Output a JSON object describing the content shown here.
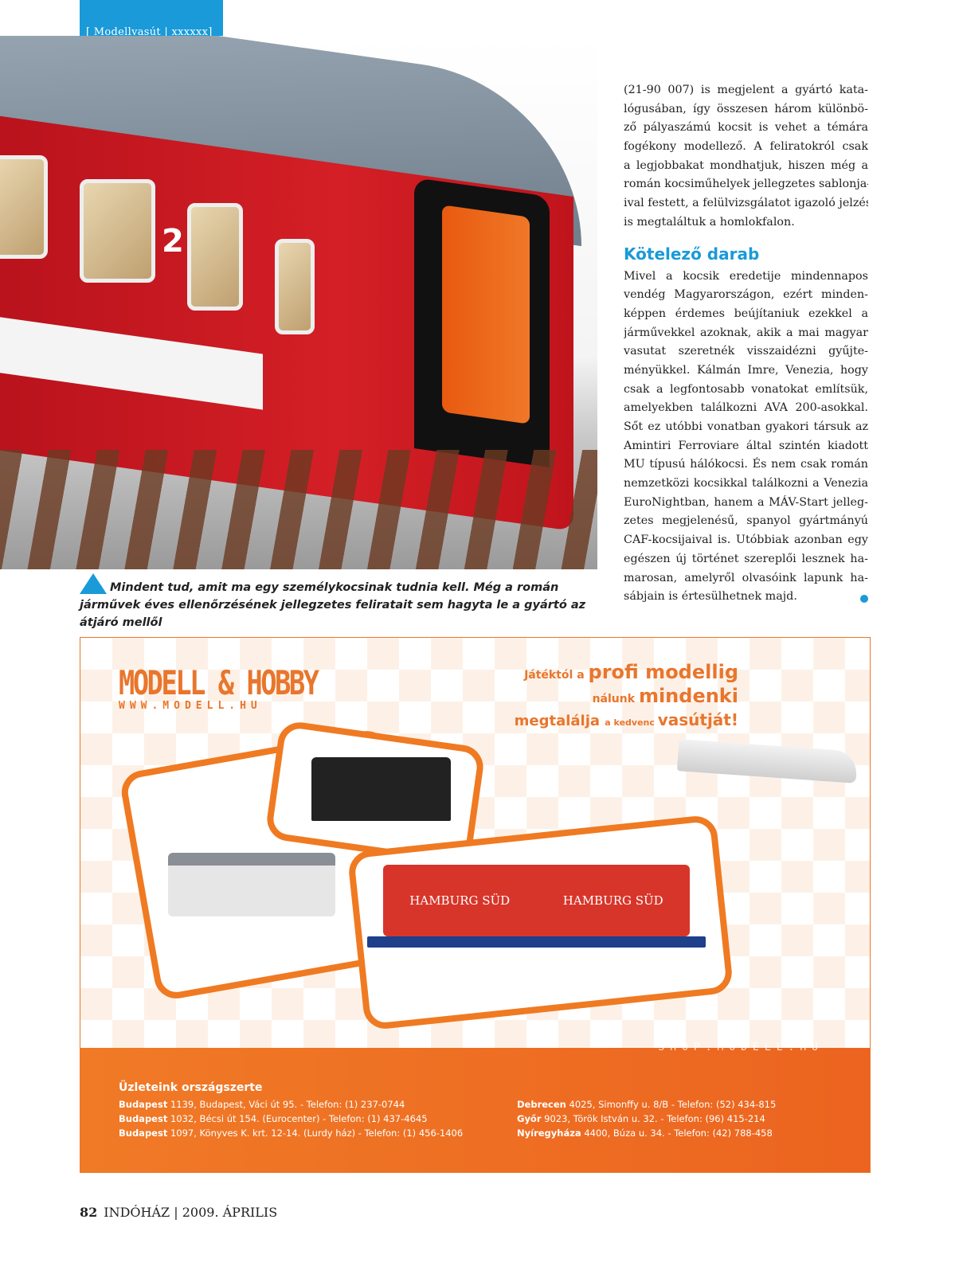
{
  "header": {
    "section_tag": "[ Modellvasút | xxxxxx]"
  },
  "photo": {
    "coach_number": "2"
  },
  "caption": "Mindent tud, amit ma egy személykocsinak tudnia kell. Még a román járművek éves ellenőrzésének jellegzetes feliratait sem hagyta le a gyártó az átjáró mellől",
  "article": {
    "para1_lines": [
      "(21-90 007) is megjelent a gyártó kata-",
      "lógusában, így összesen három különbö-",
      "ző pályaszámú kocsit is vehet a témára",
      "fogékony modellező. A feliratokról csak",
      "a legjobbakat mondhatjuk, hiszen még a",
      "román kocsiműhelyek jellegzetes sablonja-",
      "ival festett, a felülvizsgálatot igazoló jelzést",
      "is megtaláltuk a homlokfalon."
    ],
    "heading": "Kötelező darab",
    "para2_lines": [
      "Mivel a kocsik eredetije mindennapos",
      "vendég Magyarországon, ezért minden-",
      "képpen érdemes beújítaniuk ezekkel a",
      "járművekkel azoknak, akik a mai magyar",
      "vasutat szeretnék visszaidézni gyűjte-",
      "ményükkel. Kálmán Imre, Venezia, hogy",
      "csak a legfontosabb vonatokat említsük,",
      "amelyekben találkozni AVA 200-asokkal.",
      "Sőt ez utóbbi vonatban gyakori társuk az",
      "Amintiri Ferroviare által szintén kiadott",
      "MU típusú hálókocsi. És nem csak román",
      "nemzetközi kocsikkal találkozni a Venezia",
      "EuroNightban, hanem a MÁV-Start jelleg-",
      "zetes megjelenésű, spanyol gyártmányú",
      "CAF-kocsijaival is. Utóbbiak azonban egy",
      "egészen új történet szereplői lesznek ha-",
      "marosan, amelyről olvasóink lapunk ha-",
      "sábjain is értesülhetnek majd."
    ]
  },
  "ad": {
    "logo": "MODELL & HOBBY",
    "logo_url": "WWW.MODELL.HU",
    "slogan": [
      [
        "Játéktól a ",
        "profi modellig"
      ],
      [
        "nálunk ",
        "mindenki"
      ],
      [
        "megtalálja ",
        "a kedvenc ",
        "vasútját!"
      ]
    ],
    "container_text": "HAMBURG SÜD",
    "shop_url": "SHOP.MODELL.HU",
    "stores_title": "Üzleteink országszerte",
    "stores_left": [
      [
        "Budapest",
        " 1139, Budapest, Váci út 95. - Telefon: (1) 237-0744"
      ],
      [
        "Budapest",
        " 1032, Bécsi út 154. (Eurocenter) - Telefon: (1) 437-4645"
      ],
      [
        "Budapest",
        " 1097, Könyves K. krt. 12-14. (Lurdy ház) - Telefon: (1) 456-1406"
      ]
    ],
    "stores_right": [
      [
        "Debrecen",
        " 4025, Simonffy u. 8/B - Telefon: (52) 434-815"
      ],
      [
        "Győr",
        " 9023, Török István u. 32. - Telefon: (96) 415-214"
      ],
      [
        "Nyíregyháza",
        " 4400, Búza u. 34. - Telefon: (42) 788-458"
      ]
    ]
  },
  "footer": {
    "page": "82",
    "magazine": "INDÓHÁZ",
    "issue": "| 2009. ÁPRILIS"
  }
}
